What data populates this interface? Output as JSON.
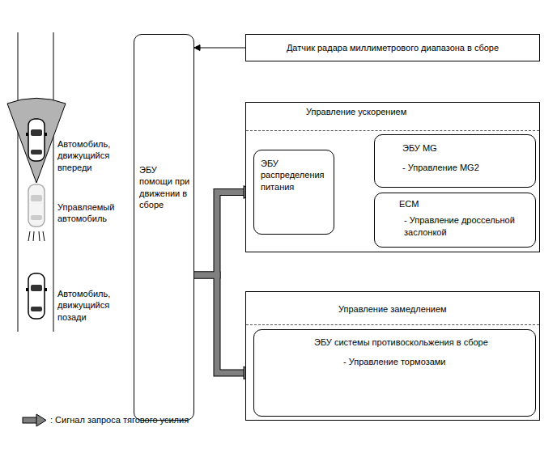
{
  "diagram": {
    "nodes": [
      {
        "text": [
          "ЭБУ помощи при движении в сборе"
        ]
      },
      {
        "text": [
          "Датчик радара миллиметрового диапазона в сборе"
        ]
      },
      {
        "text": [
          "Управление ускорением"
        ]
      },
      {
        "text": [
          "ЭБУ распределения питания"
        ],
        "in": 2
      },
      {
        "text": [
          "ЭБУ MG",
          "- Управление MG2"
        ],
        "in": 2
      },
      {
        "text": [
          "ECM",
          "- Управление дроссельной заслонкой"
        ],
        "in": 2
      },
      {
        "text": [
          "Управление замедлением"
        ]
      },
      {
        "text": [
          "ЭБУ системы противоскольжения в сборе",
          "- Управление тормозами"
        ],
        "in": 6
      }
    ],
    "edges": [
      {
        "from": 1,
        "to": 0,
        "arrow": "to"
      },
      {
        "from": 0,
        "to": 3,
        "arrow": "to"
      },
      {
        "from": 0,
        "to": 7,
        "arrow": "to"
      },
      {
        "from": 3,
        "to": 4,
        "arrow": "to"
      },
      {
        "from": 3,
        "to": 5,
        "arrow": "to"
      }
    ],
    "labels": [
      "Автомобиль, движущийся впереди",
      "Управляемый автомобиль",
      "Автомобиль, движущийся позади"
    ],
    "legend": [
      {
        "text": ": Сигнал запроса тягового усилия"
      }
    ]
  }
}
